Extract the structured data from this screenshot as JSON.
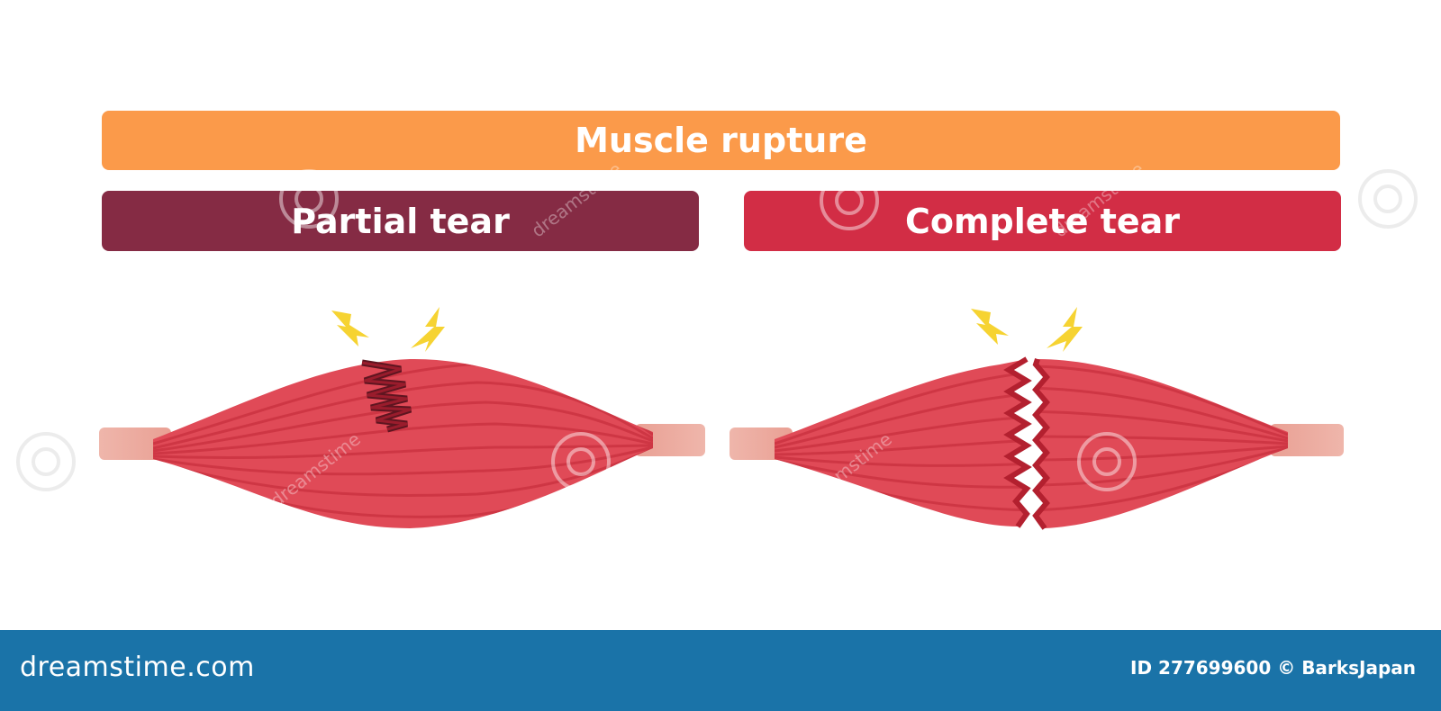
{
  "titles": {
    "main": "Muscle rupture",
    "partial": "Partial tear",
    "complete": "Complete tear"
  },
  "colors": {
    "main_banner": "#fb9a4a",
    "partial_banner": "#852b44",
    "complete_banner": "#d22d45",
    "muscle": "#e04a57",
    "muscle_dark": "#c9303e",
    "tendon": "#f0b8ad",
    "lightning": "#f6d332",
    "footer": "#1a73a8"
  },
  "icons": {
    "lightning": "lightning-bolt-icon"
  },
  "watermark": {
    "text": "dreamstime",
    "site": "dreamstime.com",
    "id_credit": "ID 277699600 © BarksJapan"
  }
}
